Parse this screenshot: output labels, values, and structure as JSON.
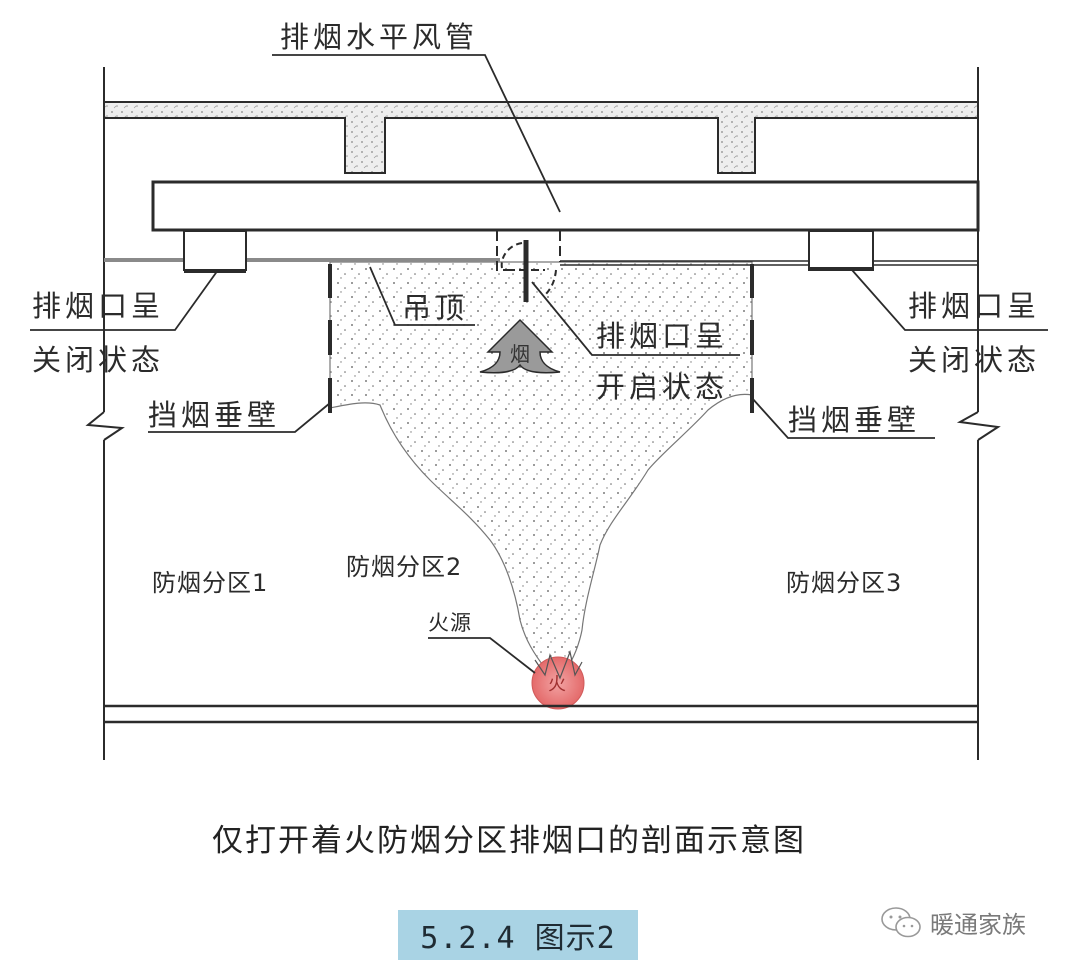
{
  "diagram": {
    "title": "仅打开着火防烟分区排烟口的剖面示意图",
    "figure_label": "5.2.4 图示2",
    "watermark": {
      "icon": "wechat-icon",
      "text": "暖通家族"
    },
    "labels": {
      "duct": "排烟水平风管",
      "outlet_closed_left_line1": "排烟口呈",
      "outlet_closed_left_line2": "关闭状态",
      "outlet_closed_right_line1": "排烟口呈",
      "outlet_closed_right_line2": "关闭状态",
      "outlet_open_line1": "排烟口呈",
      "outlet_open_line2": "开启状态",
      "ceiling": "吊顶",
      "smoke_barrier_left": "挡烟垂壁",
      "smoke_barrier_right": "挡烟垂壁",
      "smoke": "烟",
      "fire_source": "火源",
      "fire": "火",
      "zone1": "防烟分区1",
      "zone2": "防烟分区2",
      "zone3": "防烟分区3"
    },
    "colors": {
      "line": "#2b2b2b",
      "concrete_fill": "#efefef",
      "smoke_fill": "#f4f4f2",
      "fire": "#ea7b7b",
      "badge": "#a9d3e4"
    }
  }
}
